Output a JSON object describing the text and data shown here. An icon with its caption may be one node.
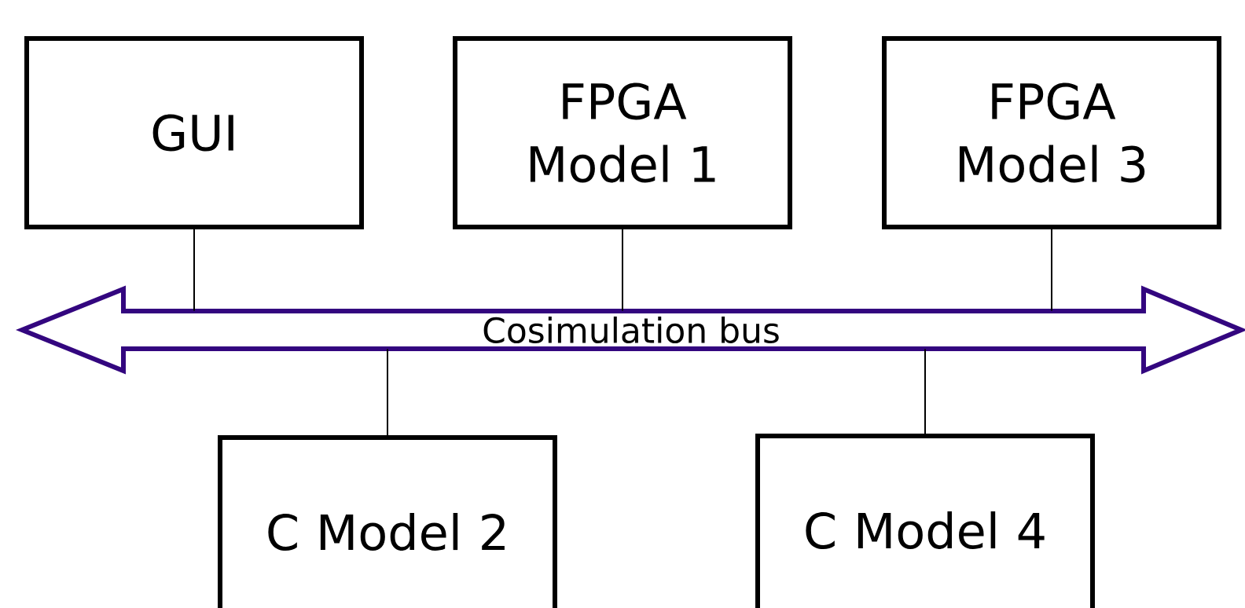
{
  "diagram": {
    "nodes": [
      {
        "text": [
          "GUI"
        ]
      },
      {
        "text": [
          "FPGA Model 1"
        ]
      },
      {
        "text": [
          "FPGA Model 3"
        ]
      },
      {
        "text": [
          "Cosimulation bus"
        ]
      },
      {
        "text": [
          "C Model 2"
        ]
      },
      {
        "text": [
          "C Model 4"
        ]
      }
    ],
    "edges": [
      {
        "from": 0,
        "to": 3,
        "arrow": "none"
      },
      {
        "from": 1,
        "to": 3,
        "arrow": "none"
      },
      {
        "from": 2,
        "to": 3,
        "arrow": "none"
      },
      {
        "from": 4,
        "to": 3,
        "arrow": "none"
      },
      {
        "from": 5,
        "to": 3,
        "arrow": "none"
      }
    ]
  }
}
